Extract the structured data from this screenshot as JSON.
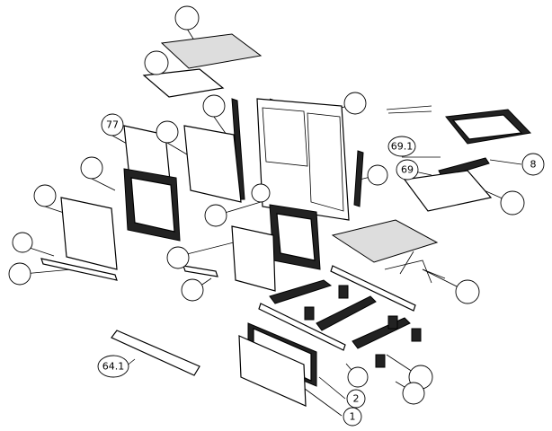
{
  "diagram": {
    "type": "exploded parts diagram",
    "callouts": {
      "door_glass_frame": "77",
      "clip_a": "69.1",
      "clip_b": "69",
      "burner_bracket": "8",
      "bottom_trim": "64.1",
      "drawer_frame": "2",
      "drawer_front": "1"
    },
    "colors": {
      "line": "#000000",
      "background": "#ffffff"
    }
  }
}
